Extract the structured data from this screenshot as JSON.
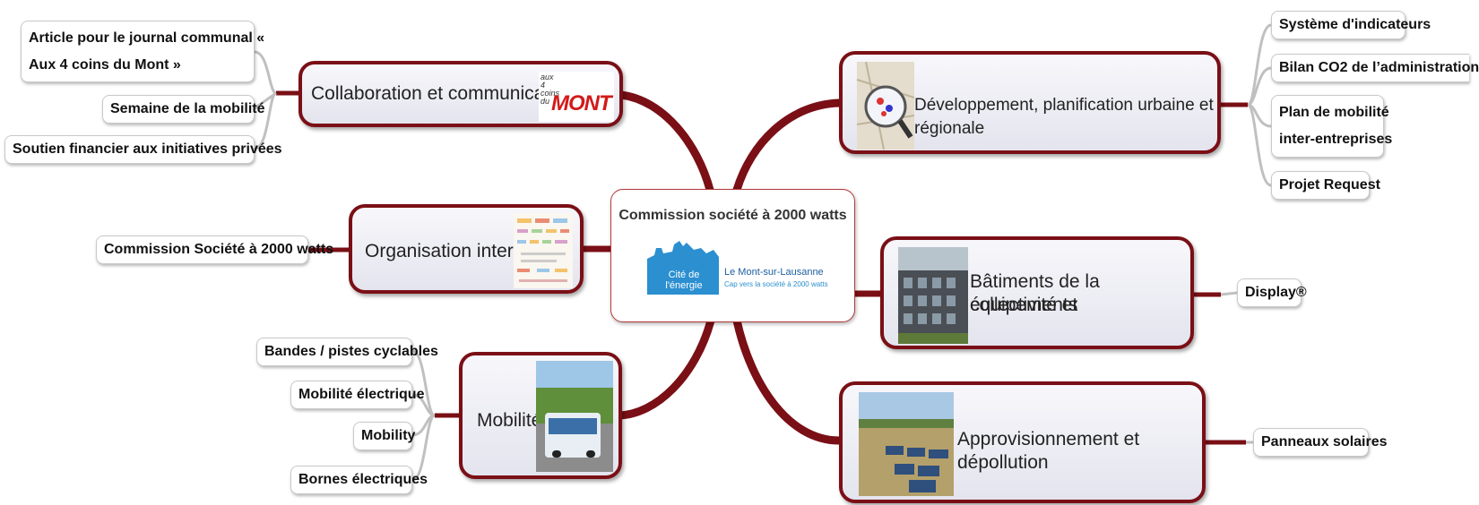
{
  "central": {
    "title": "Commission société à 2000 watts",
    "logo_badge": "Cité de l'énergie",
    "logo_place": "Le Mont-sur-Lausanne",
    "logo_tagline": "Cap vers la société à 2000 watts"
  },
  "branches": {
    "collab": {
      "label": "Collaboration et communication",
      "logo_small": "aux 4 coins du",
      "logo_big": "MONT",
      "children": [
        "Semaine de la mobilité",
        "Soutien financier aux initiatives privées"
      ],
      "article": [
        "Article pour le journal communal «",
        "Aux 4 coins du Mont »"
      ]
    },
    "orga": {
      "label": "Organisation interne",
      "children": [
        "Commission Société à 2000 watts"
      ]
    },
    "mobil": {
      "label": "Mobilité",
      "children": [
        "Bandes / pistes cyclables",
        "Mobilité électrique",
        "Mobility",
        "Bornes électriques"
      ]
    },
    "devel": {
      "label": "Développement, planification urbaine et régionale",
      "children": [
        "Système d'indicateurs",
        "Bilan CO2 de l’administration",
        "Projet Request"
      ],
      "plan": [
        "Plan de mobilité",
        "inter-entreprises"
      ]
    },
    "bati": {
      "label": [
        "Bâtiments de la collectivité et",
        "équipements"
      ],
      "children": [
        "Display®"
      ]
    },
    "appro": {
      "label": "Approvisionnement et dépollution",
      "children": [
        "Panneaux solaires"
      ]
    }
  },
  "colors": {
    "branch": "#7a0f16",
    "leaf_line": "#c0c0c0",
    "logo_blue": "#2b8fd0"
  }
}
